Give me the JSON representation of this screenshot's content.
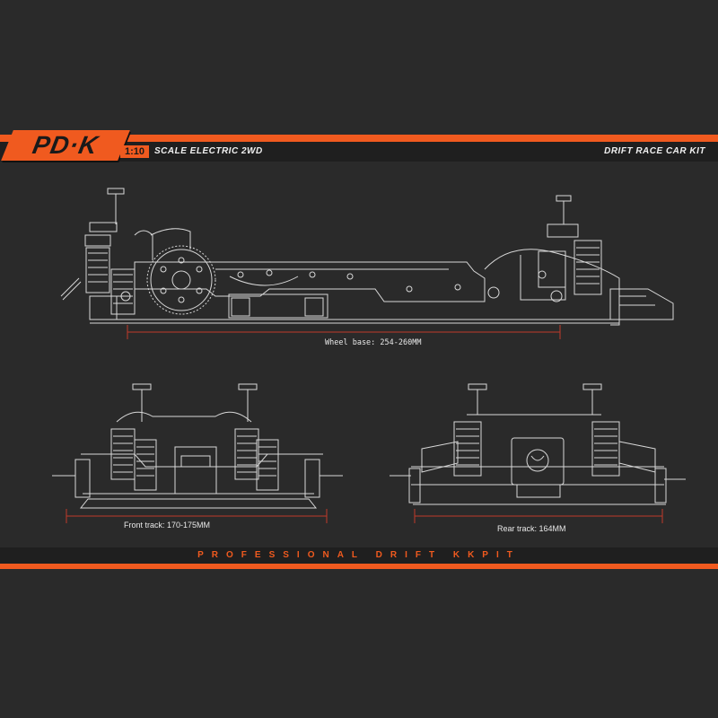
{
  "header": {
    "logo_text": "PD·K",
    "scale": "1:10",
    "subtitle": "SCALE ELECTRIC 2WD",
    "kit_title": "DRIFT RACE CAR KIT"
  },
  "dimensions": {
    "wheel_base": "Wheel base: 254-260MM",
    "front_track": "Front track: 170-175MM",
    "rear_track": "Rear track: 164MM"
  },
  "footer": {
    "tagline": "PROFESSIONAL DRIFT KKPIT"
  },
  "colors": {
    "accent": "#f05a1f",
    "background": "#2a2a2a",
    "band": "#1f1f1f",
    "dimension_line": "#c0392b",
    "line_art": "#d8d8d8"
  }
}
